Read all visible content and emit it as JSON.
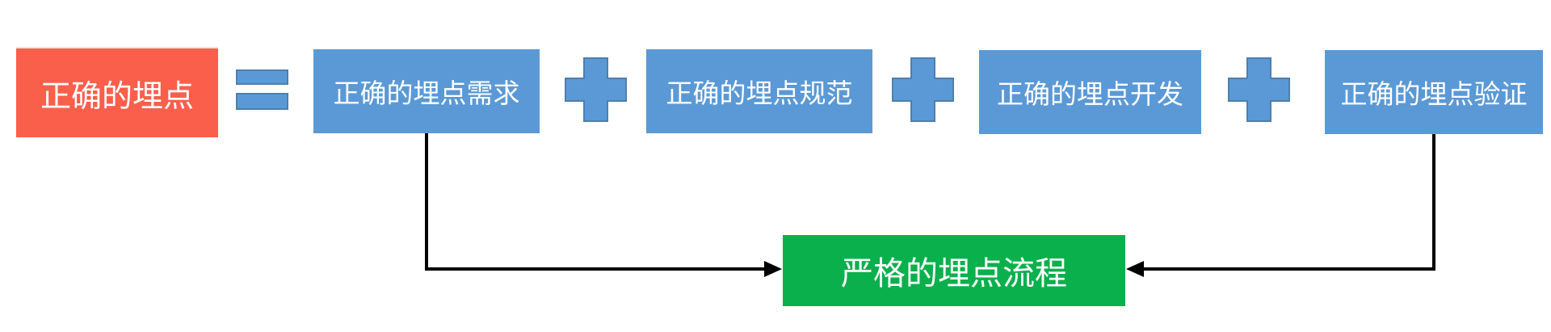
{
  "diagram": {
    "title_box": {
      "label": "正确的埋点"
    },
    "component_boxes": [
      {
        "label": "正确的埋点需求"
      },
      {
        "label": "正确的埋点规范"
      },
      {
        "label": "正确的埋点开发"
      },
      {
        "label": "正确的埋点验证"
      }
    ],
    "result_box": {
      "label": "严格的埋点流程"
    },
    "icons": {
      "equals_icon": "=",
      "plus_icon": "+"
    },
    "colors": {
      "title_box_fill": "#FA5F4C",
      "component_box_fill": "#5B99D6",
      "operator_fill": "#5B99D6",
      "operator_border": "#4E7FAE",
      "result_box_fill": "#0AB04C",
      "arrow_stroke": "#000000",
      "text": "#FFFFFF",
      "background": "#FFFFFF"
    }
  }
}
